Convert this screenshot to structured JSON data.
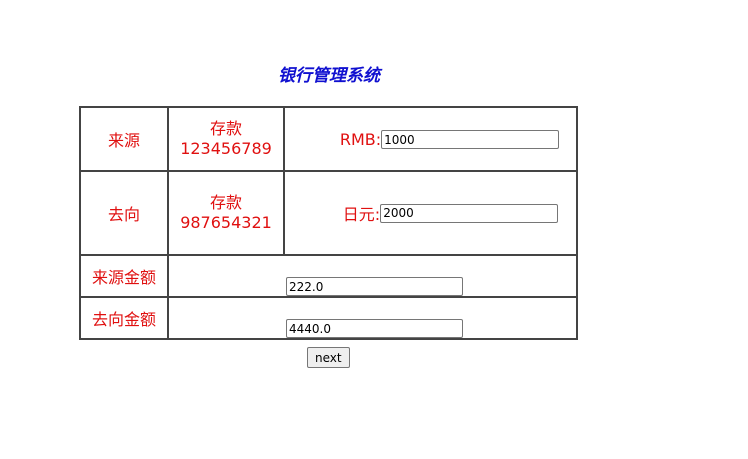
{
  "page": {
    "title": "银行管理系统"
  },
  "source": {
    "label": "来源",
    "account_type": "存款",
    "account_number": "123456789",
    "currency_label": "RMB:",
    "amount": "1000"
  },
  "destination": {
    "label": "去向",
    "account_type": "存款",
    "account_number": "987654321",
    "currency_label": "日元:",
    "amount": "2000"
  },
  "source_amount": {
    "label": "来源金额",
    "value": "222.0"
  },
  "destination_amount": {
    "label": "去向金额",
    "value": "4440.0"
  },
  "actions": {
    "next_label": "next"
  },
  "colors": {
    "title": "#1010d0",
    "label_text": "#e01010",
    "border": "#444444"
  }
}
